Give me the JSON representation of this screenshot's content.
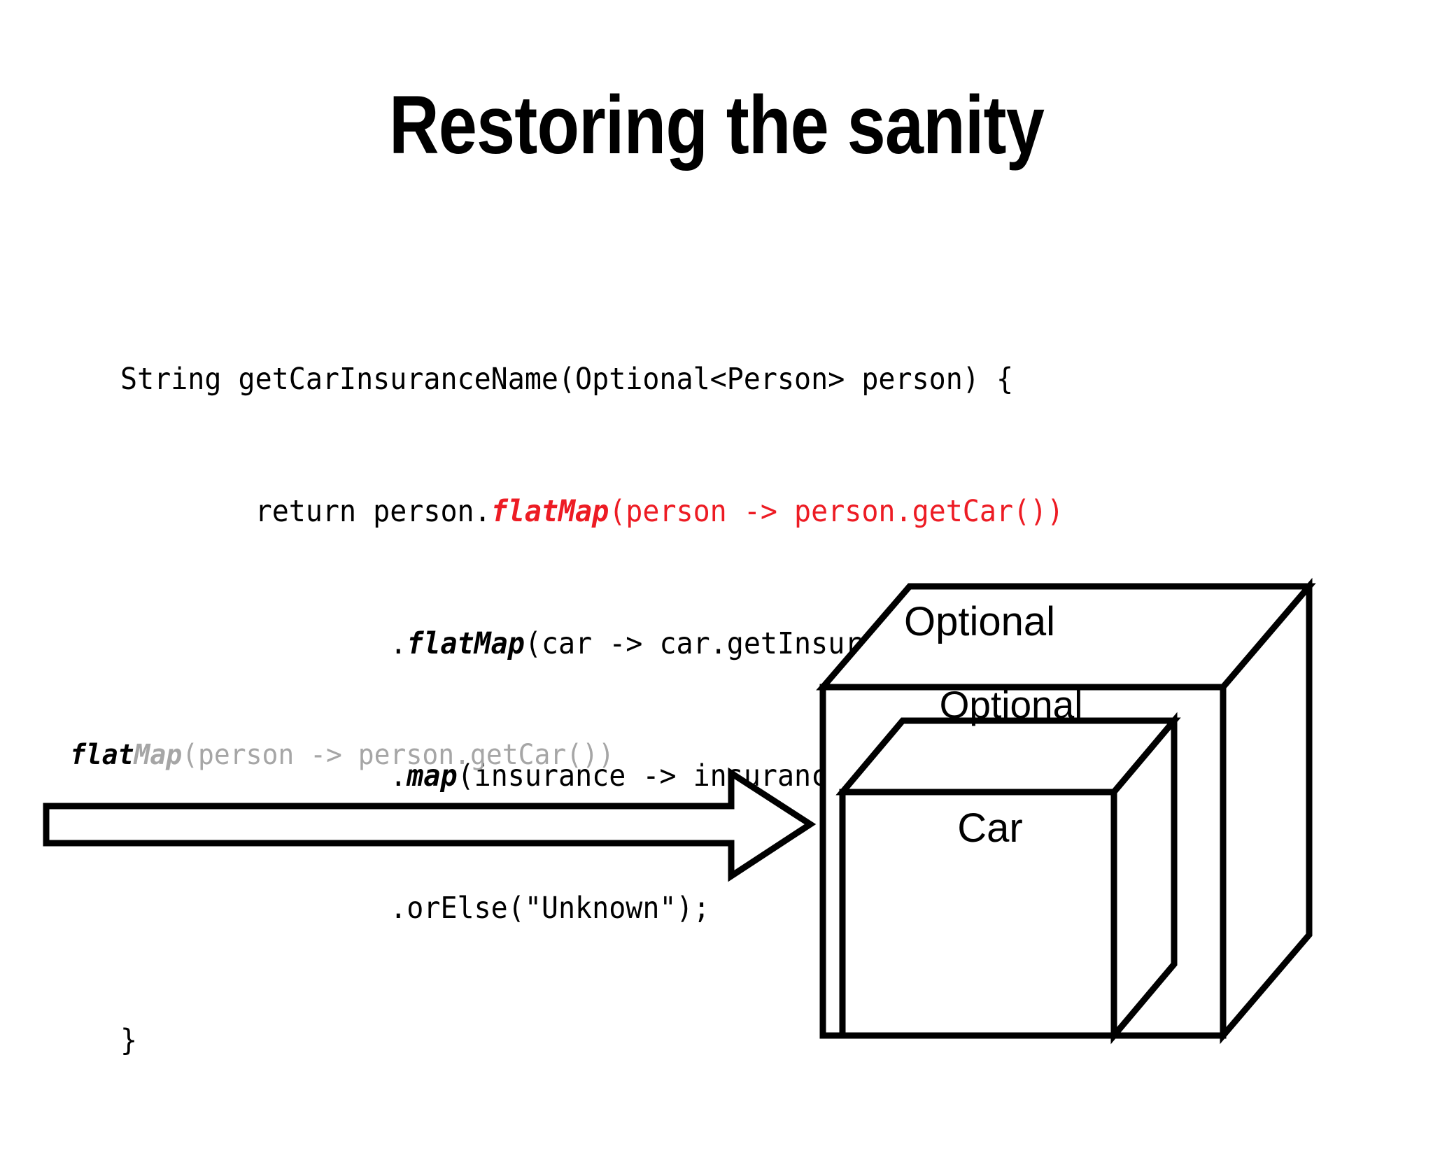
{
  "slide": {
    "title": "Restoring the sanity",
    "background_color": "#FFFFFF"
  },
  "colors": {
    "text": "#000000",
    "accent_red": "#ED1C24",
    "muted_gray": "#A6A6A6",
    "stroke": "#000000"
  },
  "code_block": {
    "language": "java",
    "lines": [
      {
        "text": "String getCarInsuranceName(Optional<Person> person) {"
      },
      {
        "indent": "        ",
        "prefix": "return person.",
        "method": "flatMap",
        "suffix": "(person -> person.getCar())",
        "color": "#ED1C24"
      },
      {
        "indent": "                ",
        "prefix": ".",
        "method": "flatMap",
        "suffix": "(car -> car.getInsurance())",
        "color": "#000000"
      },
      {
        "indent": "                ",
        "prefix": ".",
        "method": "map",
        "suffix": "(insurance -> insurance.getName())",
        "color": "#000000"
      },
      {
        "indent": "                ",
        "text": ".orElse(\"Unknown\");"
      },
      {
        "text": "}"
      }
    ],
    "full_text": "String getCarInsuranceName(Optional<Person> person) {\n        return person.flatMap(person -> person.getCar())\n                .flatMap(car -> car.getInsurance())\n                .map(insurance -> insurance.getName())\n                .orElse(\"Unknown\");\n}"
  },
  "diagram": {
    "arrow_label": {
      "emphasis": "flat",
      "muted_emphasis": "Map",
      "rest": "(person -> person.getCar())",
      "full_text": "flatMap(person -> person.getCar())"
    },
    "arrow": {
      "direction": "right",
      "style": "hollow-block-arrow"
    },
    "boxes": [
      {
        "id": "outer",
        "label": "Optional",
        "face": "top"
      },
      {
        "id": "inner",
        "label": "Optional",
        "face": "top"
      },
      {
        "id": "inner",
        "label": "Car",
        "face": "front"
      }
    ],
    "outer_box_label": "Optional",
    "inner_box_label": "Optional",
    "inner_content_label": "Car"
  }
}
